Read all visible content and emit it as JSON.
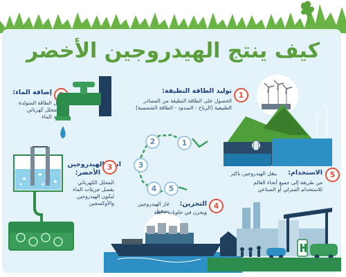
{
  "title": "كيف ينتج الهيدروجين الأخضر",
  "steps": [
    {
      "number": "1",
      "heading": "توليد الطاقة النظيفة:",
      "body_lines": [
        "الحصول على الطاقة النظيفة من المصادر",
        "الطبيعية (الرياح - السدود - الطاقة الشمسية)"
      ]
    },
    {
      "number": "2",
      "heading": "إضافة الماء:",
      "body_lines": [
        "ادخال الطاقة المتولدة",
        "إلى محلل كهربائي",
        "بوجود الماء"
      ]
    },
    {
      "number": "3",
      "heading_lines": [
        "انتاج الهيدروجين",
        "الأخضر:"
      ],
      "body_lines": [
        "المحلل الكهربائي",
        "يفصل جزيئات الماء",
        "ليكون الهيدروجين",
        "والأوكسجين"
      ]
    },
    {
      "number": "4",
      "heading": "التخزين:",
      "body_lines": [
        "غاز الهيدروجين يضغط",
        "ويخزن في حاويات خاصة"
      ]
    },
    {
      "number": "5",
      "heading": "الاستخدام:",
      "body_lines": [
        "ينقل الهيدروجين باكثر",
        "من طريقة إلى جميع أنحاء العالم",
        "للاستخدام المنزلي أو الصناعي"
      ]
    }
  ],
  "cycle_numbers": [
    "1",
    "2",
    "3",
    "4",
    "5"
  ],
  "colors": {
    "title": "#5b9e3b",
    "heading": "#1b3e7a",
    "accent_red": "#e0503a",
    "panel": "#e3f3f9",
    "grass": "#6ab446",
    "water": "#2e8fc4",
    "industry": "#8fb8cf"
  },
  "icons": [
    "grass-border-icon",
    "wind-turbines-icon",
    "dam-icon",
    "faucet-icon",
    "electrolyzer-icon",
    "storage-tank-icon",
    "ship-icon",
    "city-industry-icon"
  ]
}
